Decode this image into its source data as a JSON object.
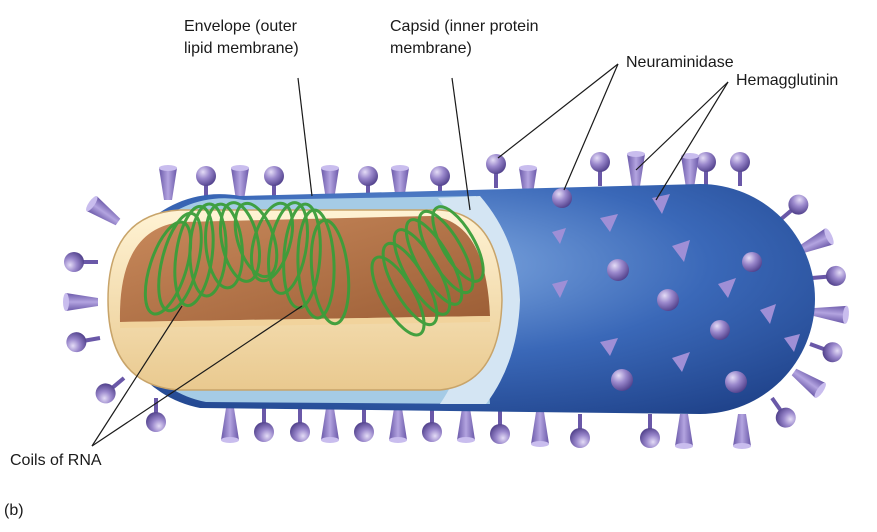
{
  "labels": {
    "envelope": {
      "line1": "Envelope (outer",
      "line2": "lipid membrane)"
    },
    "capsid": {
      "line1": "Capsid (inner protein",
      "line2": "membrane)"
    },
    "neuraminidase": "Neuraminidase",
    "hemagglutinin": "Hemagglutinin",
    "coils": "Coils of RNA",
    "panel": "(b)"
  },
  "colors": {
    "envelope": "#2b5cab",
    "envelope_light": "#a9cfe8",
    "capsid": "#c8dcef",
    "cut_inner": "#b8774a",
    "cut_rim": "#f4dcaa",
    "rna_coil": "#3a9e3a",
    "spike": "#8e7cc3",
    "spike_dark": "#5b4a96"
  },
  "icons": [
    "rna-coil-icon",
    "neuraminidase-spike-icon",
    "hemagglutinin-spike-icon"
  ]
}
